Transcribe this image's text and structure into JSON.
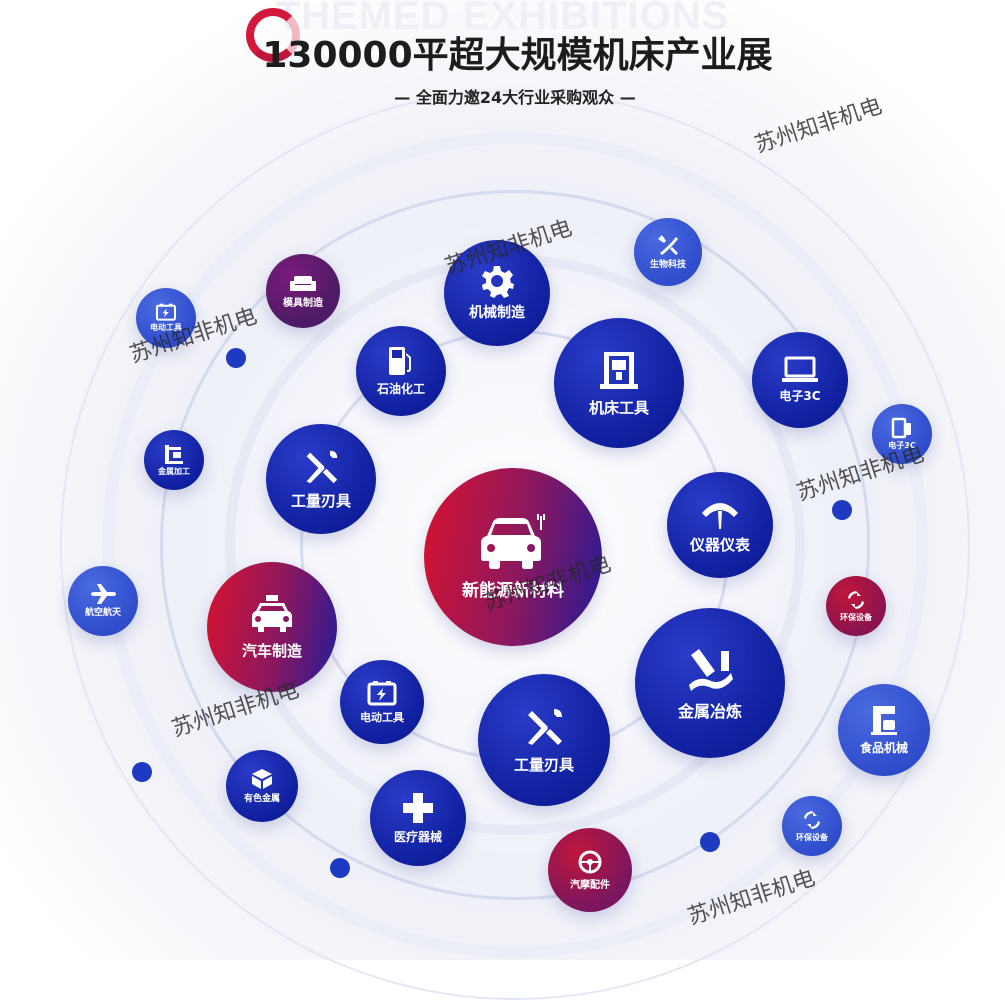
{
  "header": {
    "bg_text": "THEMED EXHIBITIONS",
    "title": "130000平超大规模机床产业展",
    "subtitle": "— 全面力邀24大行业采购观众 —"
  },
  "colors": {
    "accent_red": "#d4183b",
    "deep_blue": "#0f1f9e",
    "light_blue": "#2f4dcc",
    "purple": "#4c1a66"
  },
  "center": {
    "label": "新能源新材料",
    "icon": "car-charging-icon"
  },
  "inner": [
    {
      "label": "机械制造",
      "icon": "gear-icon"
    },
    {
      "label": "机床工具",
      "icon": "machine-tool-icon"
    },
    {
      "label": "仪器仪表",
      "icon": "gauge-icon"
    },
    {
      "label": "金属冶炼",
      "icon": "metal-pour-icon"
    },
    {
      "label": "工量刃具",
      "icon": "tools-icon"
    },
    {
      "label": "电动工具",
      "icon": "battery-icon"
    },
    {
      "label": "汽车制造",
      "icon": "taxi-icon"
    },
    {
      "label": "工量刃具",
      "icon": "tools-icon"
    },
    {
      "label": "石油化工",
      "icon": "fuel-pump-icon"
    }
  ],
  "outer": [
    {
      "label": "模具制造",
      "icon": "sofa-icon"
    },
    {
      "label": "电动工具",
      "icon": "battery-icon"
    },
    {
      "label": "生物科技",
      "icon": "dna-icon"
    },
    {
      "label": "电子3C",
      "icon": "laptop-icon"
    },
    {
      "label": "电子3C",
      "icon": "device-icon"
    },
    {
      "label": "金属加工",
      "icon": "lathe-icon"
    },
    {
      "label": "航空航天",
      "icon": "airplane-icon"
    },
    {
      "label": "环保设备",
      "icon": "recycle-icon"
    },
    {
      "label": "食品机械",
      "icon": "coffee-machine-icon"
    },
    {
      "label": "有色金属",
      "icon": "cube-icon"
    },
    {
      "label": "医疗器械",
      "icon": "medical-cross-icon"
    },
    {
      "label": "环保设备",
      "icon": "recycle-icon"
    },
    {
      "label": "汽摩配件",
      "icon": "steering-wheel-icon"
    }
  ],
  "watermark": "苏州知非机电"
}
